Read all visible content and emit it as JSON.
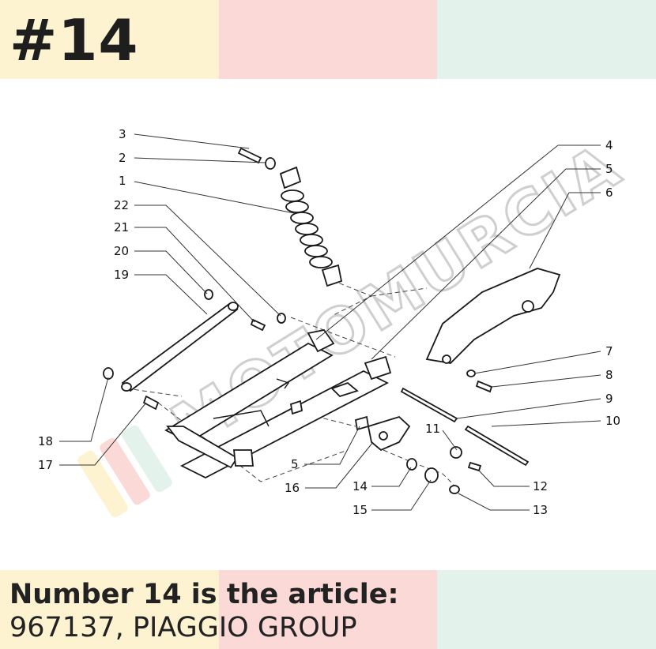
{
  "header": {
    "title": "#14",
    "colors": [
      "#fdf3d0",
      "#fbd9d6",
      "#e3f2ea"
    ]
  },
  "caption": {
    "title": "Number 14 is the article:",
    "value": "967137, PIAGGIO GROUP"
  },
  "diagram": {
    "watermark": "MOTOMURCIA",
    "callouts": [
      "1",
      "2",
      "3",
      "4",
      "5",
      "6",
      "7",
      "8",
      "9",
      "10",
      "11",
      "12",
      "13",
      "14",
      "15",
      "16",
      "17",
      "18",
      "19",
      "20",
      "21",
      "22",
      "5"
    ]
  }
}
